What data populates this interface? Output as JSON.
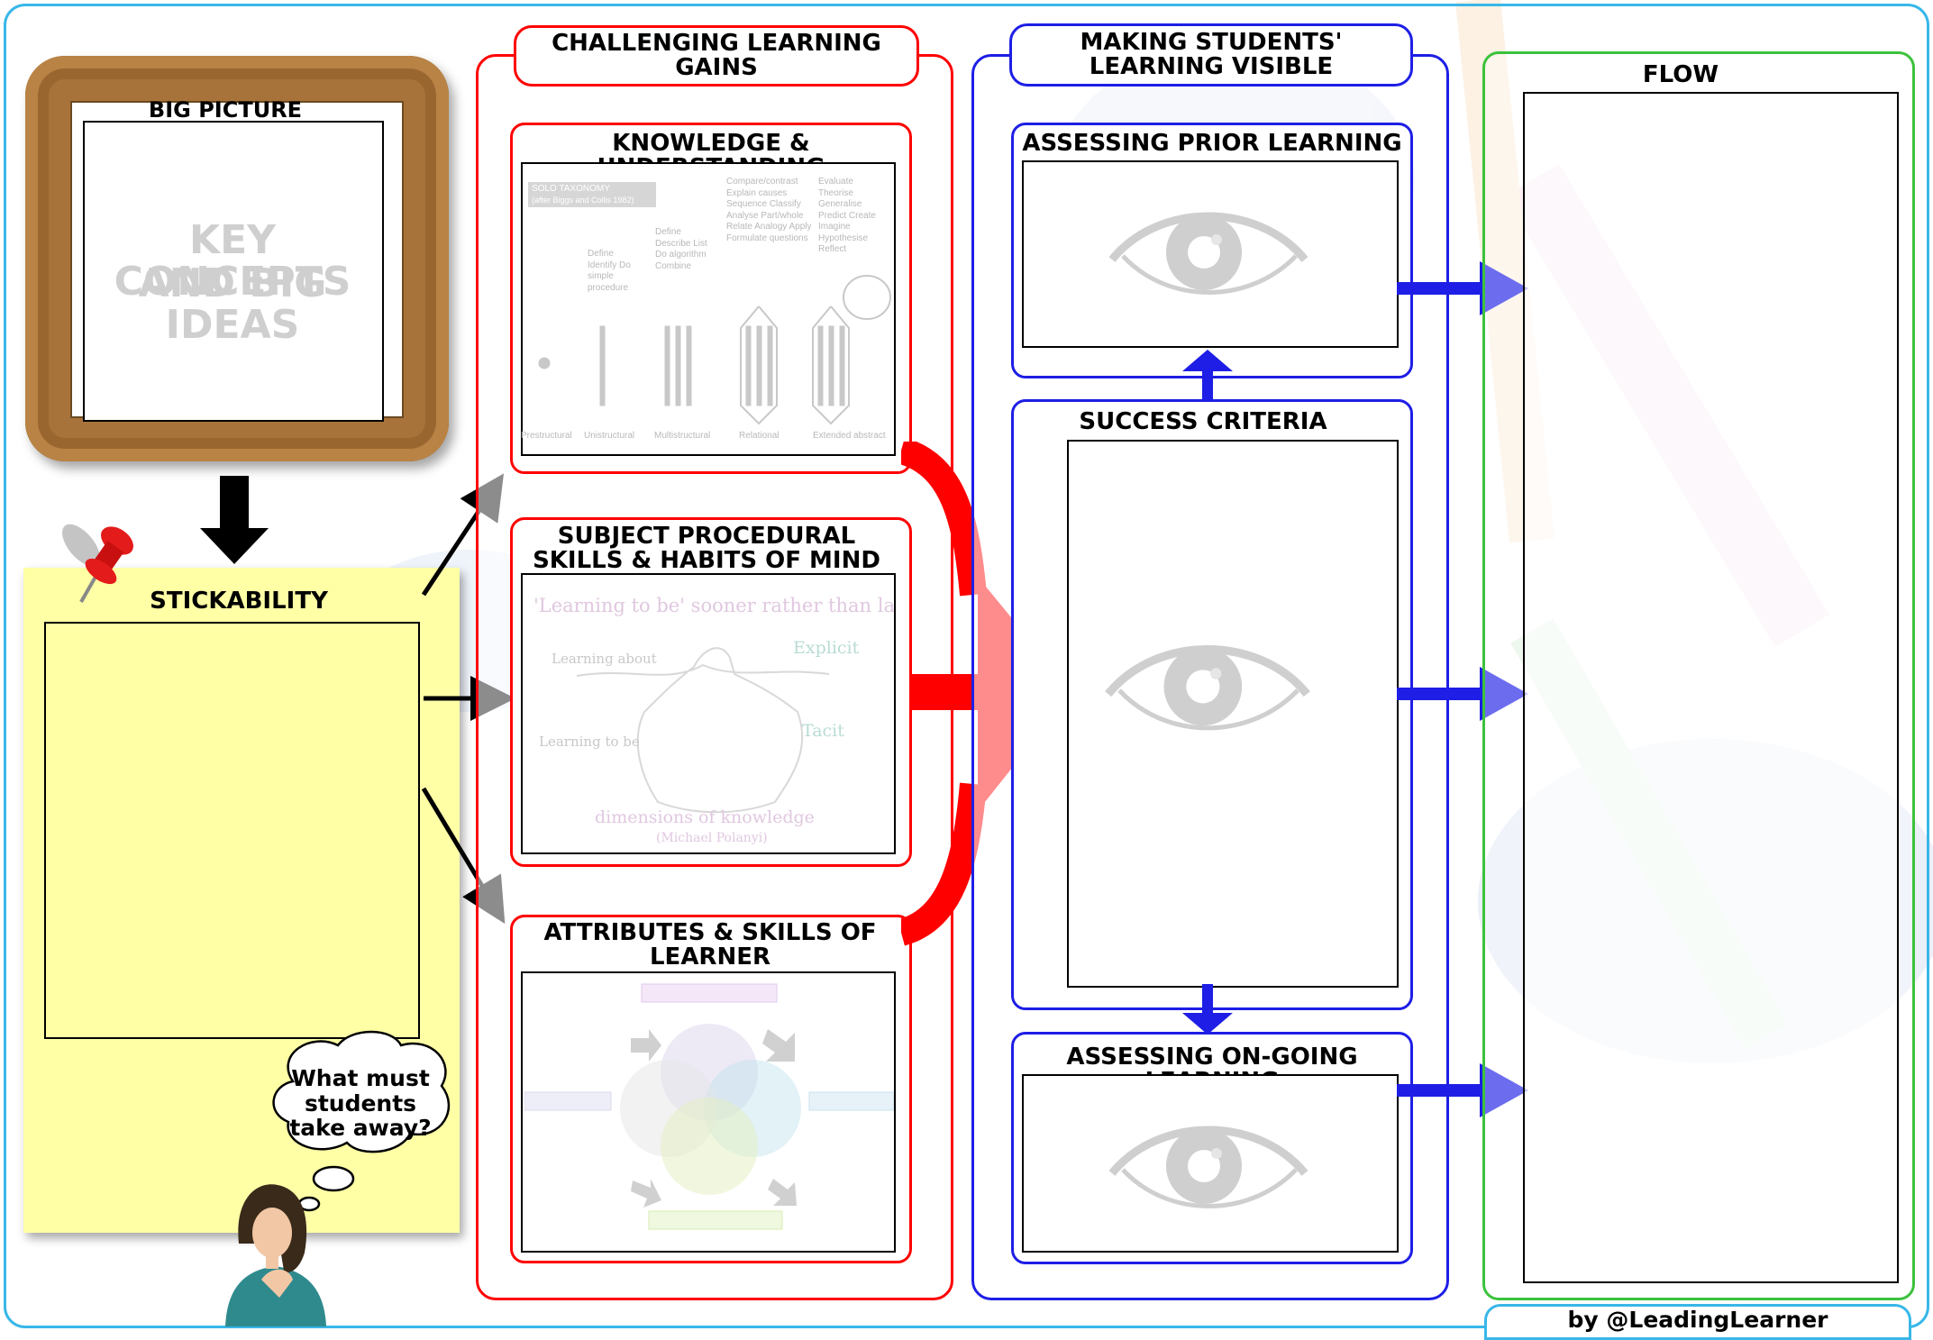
{
  "colors": {
    "red": "#ff0000",
    "blue": "#1e1ee6",
    "green": "#3cc23c",
    "note": "#ffffa6",
    "frame": "#a8733a",
    "page_border": "#38b7e8"
  },
  "big_picture": {
    "title": "BIG PICTURE",
    "watermark_line1": "KEY CONCEPTS",
    "watermark_line2": "AND BIG IDEAS",
    "icon": "picture-frame"
  },
  "stickability": {
    "title": "STICKABILITY",
    "thought_bubble": "What must students take away?",
    "pin_icon": "pushpin-icon",
    "figure_icon": "thinking-person-icon"
  },
  "challenging": {
    "title": "CHALLENGING LEARNING GAINS",
    "knowledge": {
      "title": "KNOWLEDGE & UNDERSTANDING",
      "solo_title": "SOLO TAXONOMY",
      "solo_sub": "(after Biggs and Collis 1982)",
      "levels": [
        "Prestructural",
        "Unistructural",
        "Multistructural",
        "Relational",
        "Extended abstract"
      ],
      "verbs_uni": "Define Identify Do simple procedure",
      "verbs_multi": "Define Describe List Do algorithm Combine",
      "verbs_rel": "Compare/contrast Explain causes Sequence Classify Analyse Part/whole Relate Analogy Apply Formulate questions",
      "verbs_ext": "Evaluate Theorise Generalise Predict Create Imagine Hypothesise Reflect"
    },
    "procedural": {
      "title": "SUBJECT PROCEDURAL SKILLS & HABITS OF MIND",
      "quote": "'Learning to be' sooner rather than later!",
      "explicit": "Explicit",
      "tacit": "Tacit",
      "learning_about": "Learning about",
      "learning_to_be": "Learning to be",
      "dimensions": "dimensions of knowledge",
      "author": "(Michael Polanyi)"
    },
    "attributes": {
      "title": "ATTRIBUTES & SKILLS OF LEARNER"
    }
  },
  "visible": {
    "title": "MAKING STUDENTS' LEARNING VISIBLE",
    "prior": "ASSESSING PRIOR LEARNING",
    "success": "SUCCESS CRITERIA",
    "ongoing": "ASSESSING ON-GOING LEARNING",
    "icon": "eye-icon"
  },
  "flow": {
    "title": "FLOW"
  },
  "credit": "by @LeadingLearner"
}
